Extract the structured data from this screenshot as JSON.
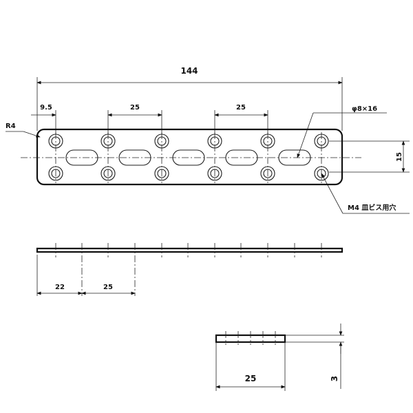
{
  "top_view": {
    "overall_length": "144",
    "edge_to_hole": "9.5",
    "pitch_left": "25",
    "pitch_right": "25",
    "corner_radius": "R4",
    "slot_size": "φ8×16",
    "hole_spacing_vertical": "15",
    "screw_note": "M4 皿ビス用穴"
  },
  "side_view": {
    "edge_to_hole": "22",
    "pitch": "25"
  },
  "end_view": {
    "width": "25",
    "thickness": "3"
  }
}
